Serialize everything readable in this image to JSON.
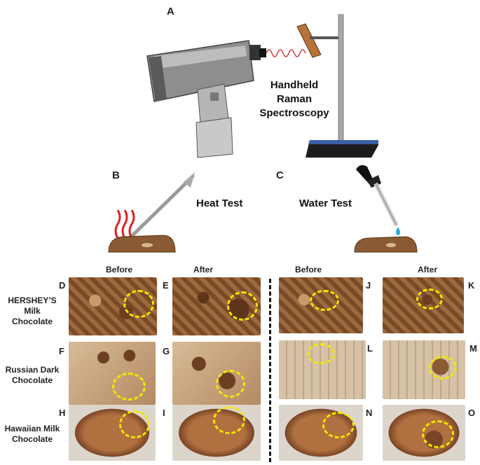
{
  "panels": {
    "a": "A",
    "b": "B",
    "c": "C",
    "d": "D",
    "e": "E",
    "f": "F",
    "g": "G",
    "h": "H",
    "i": "I",
    "j": "J",
    "k": "K",
    "l": "L",
    "m": "M",
    "n": "N",
    "o": "O"
  },
  "device_title": [
    "Handheld",
    "Raman",
    "Spectroscopy"
  ],
  "heat_test": "Heat Test",
  "water_test": "Water Test",
  "col_before": "Before",
  "col_after": "After",
  "rows": [
    {
      "line1": "HERSHEY’S",
      "line2": "Milk",
      "line3": "Chocolate"
    },
    {
      "line1": "Russian Dark",
      "line2": "Chocolate",
      "line3": ""
    },
    {
      "line1": "Hawaiian Milk",
      "line2": "Chocolate",
      "line3": ""
    }
  ],
  "colors": {
    "highlight": "#f2e600",
    "milk_chocolate": "#8a5a34",
    "dark_chocolate": "#c8a785",
    "hawaiian_chocolate": "#a3643a",
    "heat_lines": "#e02020",
    "water_drop": "#2aa7e0"
  }
}
